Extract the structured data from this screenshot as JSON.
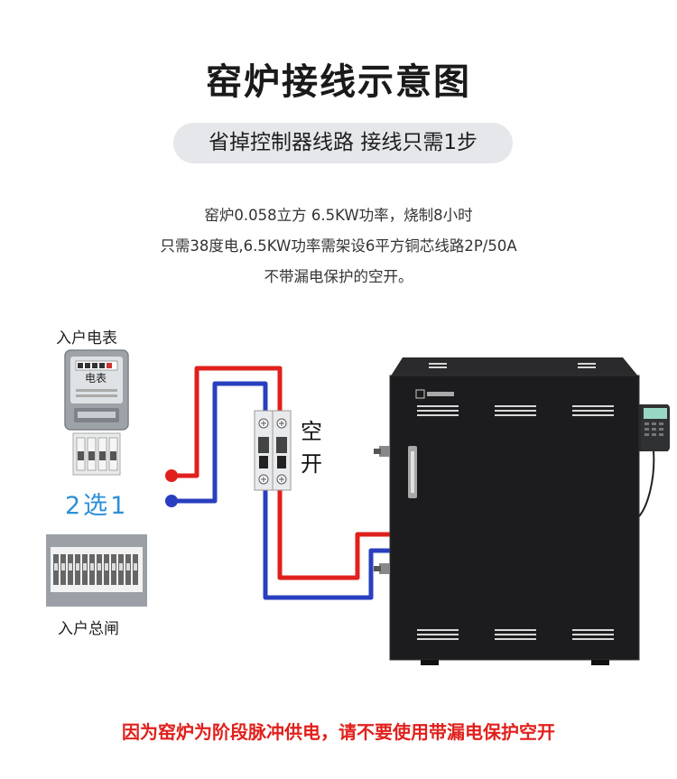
{
  "title": "窑炉接线示意图",
  "subtitle": "省掉控制器线路 接线只需1步",
  "description": [
    "窑炉0.058立方 6.5KW功率，烧制8小时",
    "只需38度电,6.5KW功率需架设6平方铜芯线路2P/50A",
    "不带漏电保护的空开。"
  ],
  "meter": {
    "caption": "入户电表",
    "face_label": "电表"
  },
  "choose_label": "2选1",
  "main_switch_caption": "入户总闸",
  "breaker_label": [
    "空",
    "开"
  ],
  "warning": "因为窑炉为阶段脉冲供电，请不要使用带漏电保护空开",
  "colors": {
    "live_wire": "#e0201c",
    "neutral_wire": "#2a3fbf",
    "accent_blue": "#2b8fd8",
    "warning_red": "#e0201c",
    "kiln_body": "#1c1c1e"
  }
}
